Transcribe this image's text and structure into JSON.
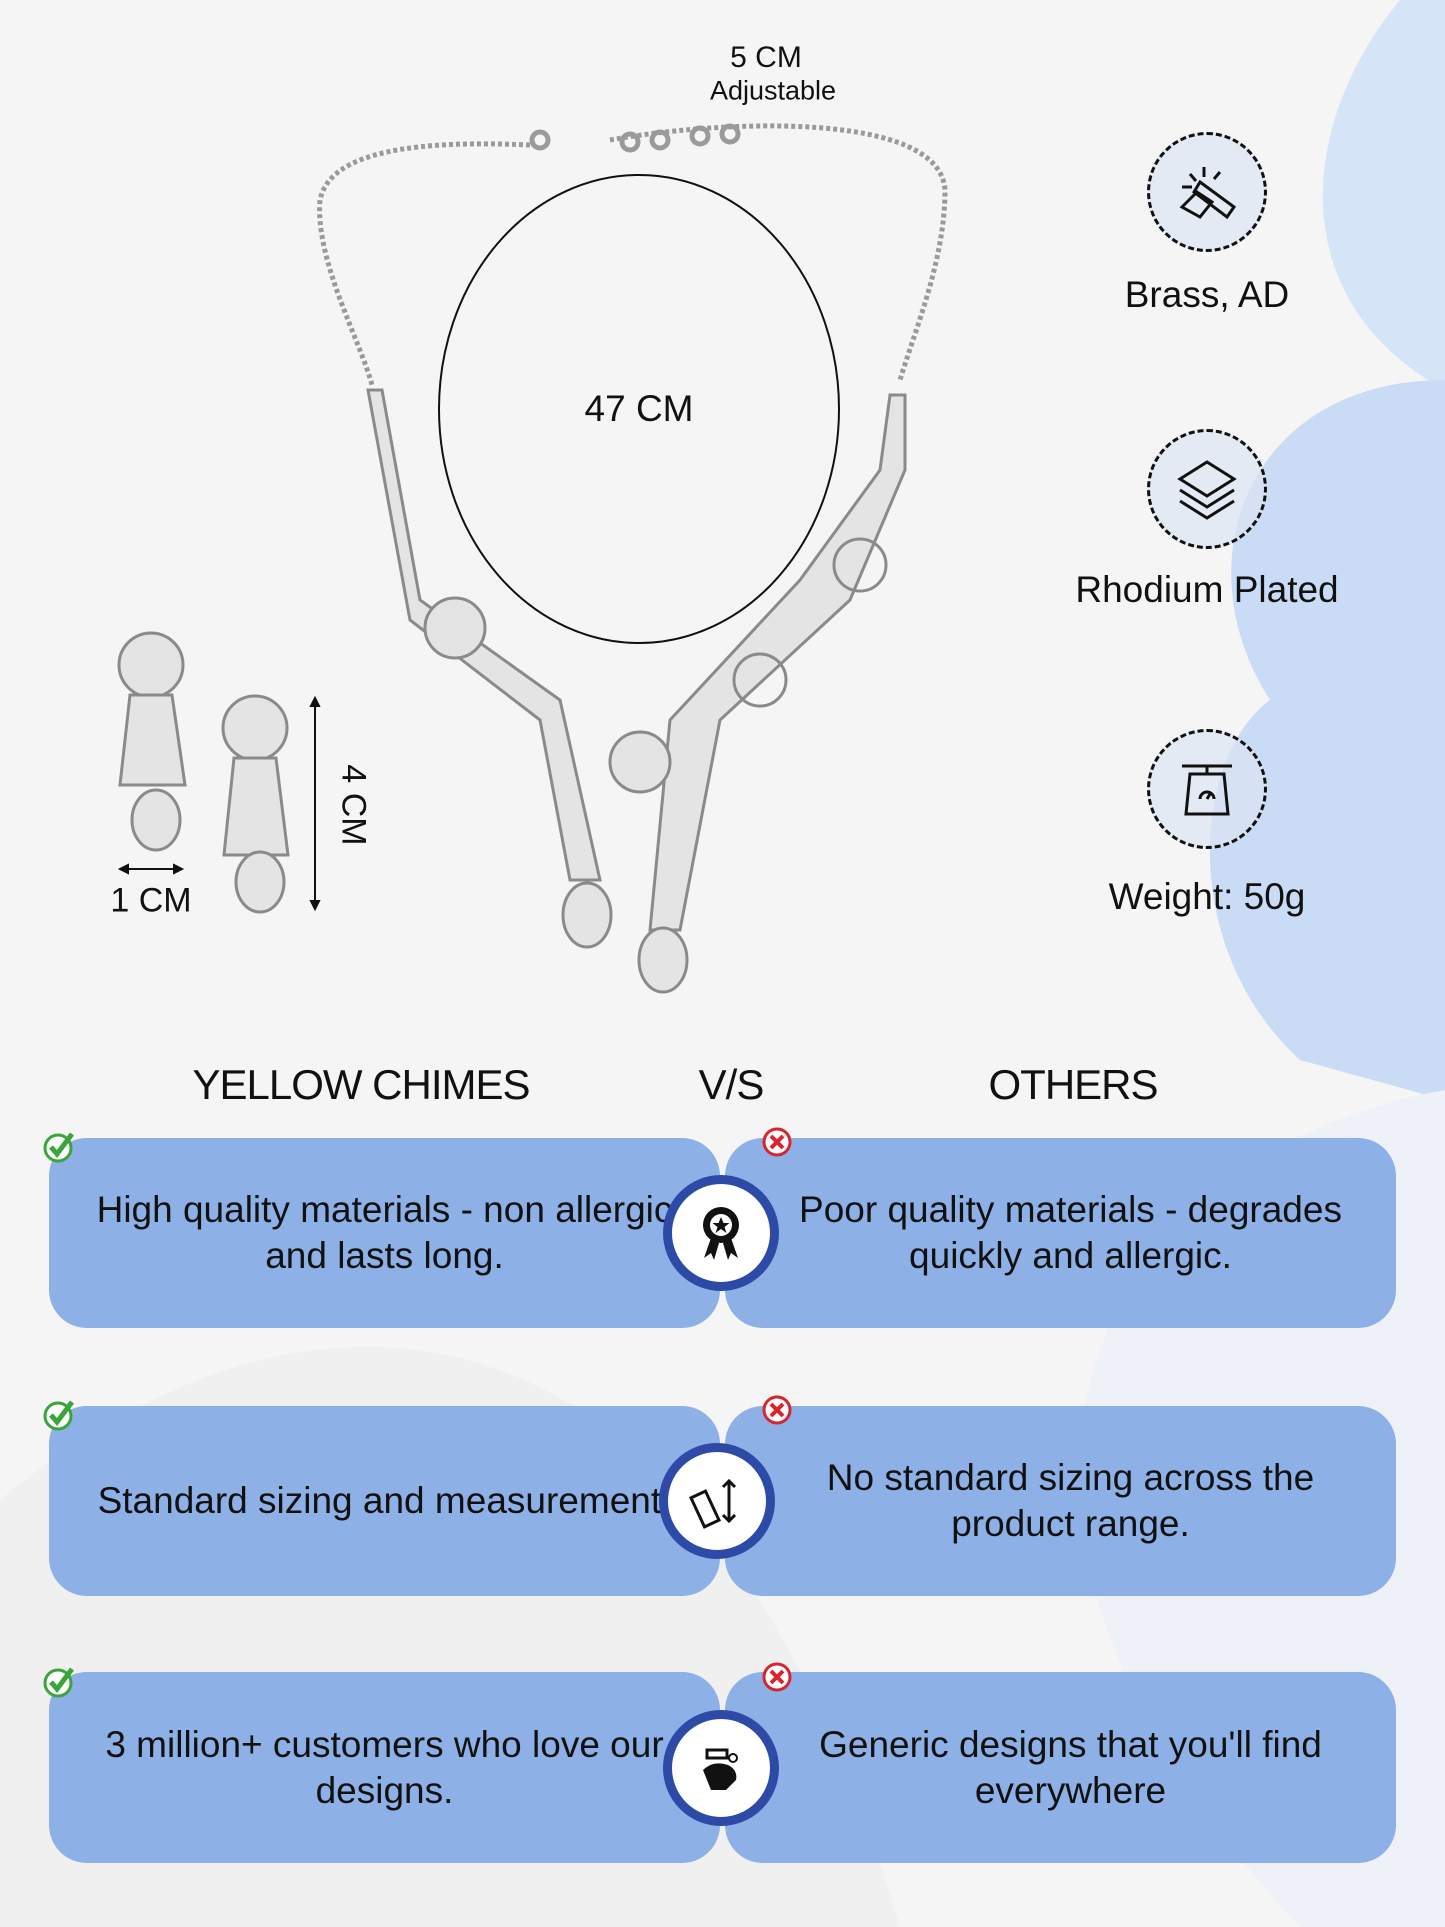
{
  "dimensions": {
    "clasp_extension": "5 CM",
    "clasp_note": "Adjustable",
    "necklace_length": "47 CM",
    "earring_width": "1 CM",
    "earring_length": "4 CM"
  },
  "features": [
    {
      "icon": "metal-bars-icon",
      "label": "Brass, AD"
    },
    {
      "icon": "layers-icon",
      "label": "Rhodium Plated"
    },
    {
      "icon": "weighing-scale-icon",
      "label": "Weight: 50g"
    }
  ],
  "comparison": {
    "left_heading": "YELLOW CHIMES",
    "vs_heading": "V/S",
    "right_heading": "OTHERS",
    "rows": [
      {
        "ours": "High quality materials - non allergic and lasts long.",
        "icon": "award-badge-icon",
        "others": "Poor quality materials - degrades quickly and allergic."
      },
      {
        "ours": "Standard sizing and measurement.",
        "icon": "ruler-icon",
        "others": "No standard sizing across the product range."
      },
      {
        "ours": "3 million+ customers who love our designs.",
        "icon": "jewelry-hand-icon",
        "others": "Generic designs that you'll find everywhere"
      }
    ]
  },
  "colors": {
    "box": "#8db0e6",
    "ring": "#2c4aa6",
    "check": "#3aa53a",
    "cross": "#d8242c"
  }
}
